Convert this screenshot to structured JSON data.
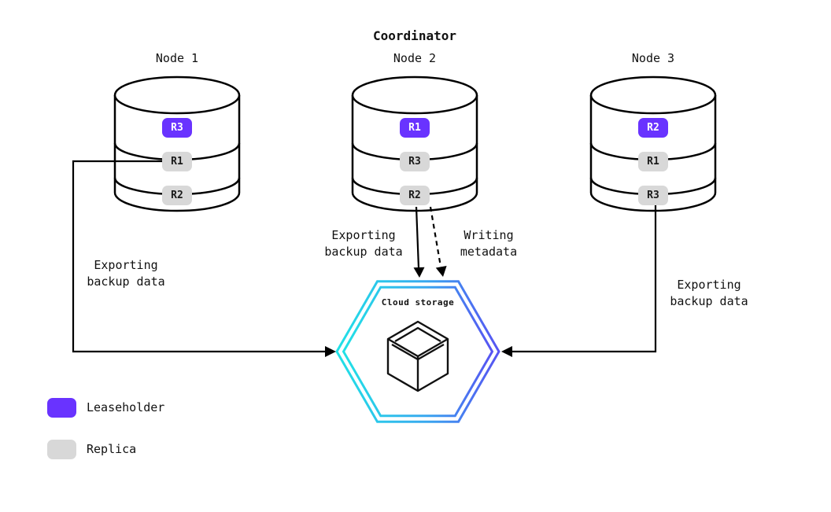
{
  "title": "Coordinator",
  "nodes": [
    {
      "label": "Node 1",
      "replicas": [
        {
          "name": "R3",
          "type": "leaseholder"
        },
        {
          "name": "R1",
          "type": "replica"
        },
        {
          "name": "R2",
          "type": "replica"
        }
      ]
    },
    {
      "label": "Node 2",
      "replicas": [
        {
          "name": "R1",
          "type": "leaseholder"
        },
        {
          "name": "R3",
          "type": "replica"
        },
        {
          "name": "R2",
          "type": "replica"
        }
      ]
    },
    {
      "label": "Node 3",
      "replicas": [
        {
          "name": "R2",
          "type": "leaseholder"
        },
        {
          "name": "R1",
          "type": "replica"
        },
        {
          "name": "R3",
          "type": "replica"
        }
      ]
    }
  ],
  "cloud_storage": {
    "label": "Cloud storage"
  },
  "arrows": {
    "node1_export": {
      "line1": "Exporting",
      "line2": "backup data",
      "style": "solid"
    },
    "node2_export": {
      "line1": "Exporting",
      "line2": "backup data",
      "style": "solid"
    },
    "node2_metadata": {
      "line1": "Writing",
      "line2": "metadata",
      "style": "dashed"
    },
    "node3_export": {
      "line1": "Exporting",
      "line2": "backup data",
      "style": "solid"
    }
  },
  "legend": {
    "items": [
      {
        "label": "Leaseholder",
        "color": "#6933ff"
      },
      {
        "label": "Replica",
        "color": "#d8d8d8"
      }
    ]
  },
  "colors": {
    "leaseholder": "#6933ff",
    "replica": "#d8d8d8",
    "line": "#000000",
    "hex_gradient_start": "#21e1e6",
    "hex_gradient_mid": "#38a8ef",
    "hex_gradient_end": "#5753f2"
  }
}
